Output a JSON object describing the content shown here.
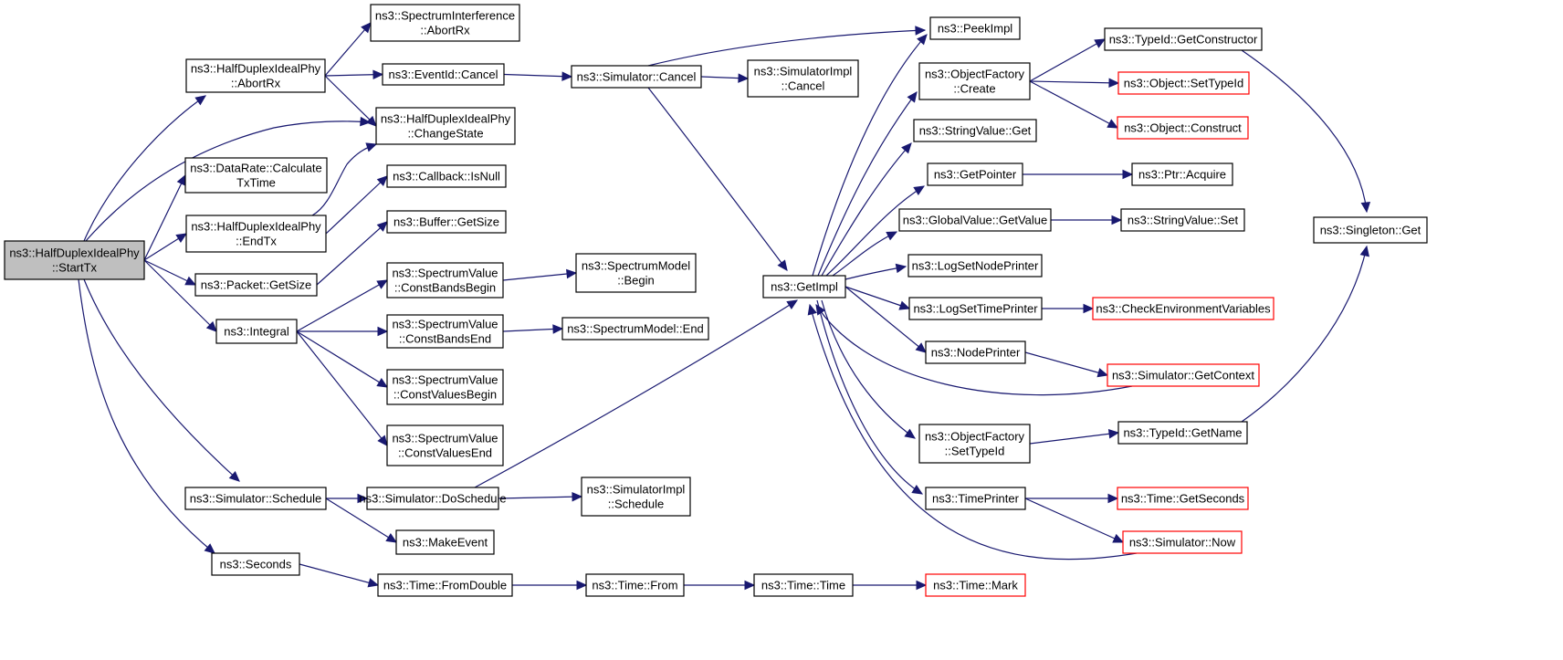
{
  "diagram": {
    "type": "call-graph",
    "colors": {
      "edge": "#191970",
      "root_fill": "#bfbfbf",
      "truncated_border": "#ff0000",
      "node_border": "#000000"
    },
    "nodes": [
      {
        "id": "n0",
        "lines": [
          "ns3::HalfDuplexIdealPhy",
          "::StartTx"
        ],
        "root": true
      },
      {
        "id": "n1",
        "lines": [
          "ns3::HalfDuplexIdealPhy",
          "::AbortRx"
        ]
      },
      {
        "id": "n2",
        "lines": [
          "ns3::SpectrumInterference",
          "::AbortRx"
        ]
      },
      {
        "id": "n3",
        "lines": [
          "ns3::EventId::Cancel"
        ]
      },
      {
        "id": "n4",
        "lines": [
          "ns3::Simulator::Cancel"
        ]
      },
      {
        "id": "n5",
        "lines": [
          "ns3::SimulatorImpl",
          "::Cancel"
        ]
      },
      {
        "id": "n6",
        "lines": [
          "ns3::PeekImpl"
        ]
      },
      {
        "id": "n7",
        "lines": [
          "ns3::HalfDuplexIdealPhy",
          "::ChangeState"
        ]
      },
      {
        "id": "n8",
        "lines": [
          "ns3::DataRate::Calculate",
          "TxTime"
        ]
      },
      {
        "id": "n9",
        "lines": [
          "ns3::HalfDuplexIdealPhy",
          "::EndTx"
        ]
      },
      {
        "id": "n10",
        "lines": [
          "ns3::Callback::IsNull"
        ]
      },
      {
        "id": "n11",
        "lines": [
          "ns3::Buffer::GetSize"
        ]
      },
      {
        "id": "n12",
        "lines": [
          "ns3::Packet::GetSize"
        ]
      },
      {
        "id": "n13",
        "lines": [
          "ns3::Integral"
        ]
      },
      {
        "id": "n14",
        "lines": [
          "ns3::SpectrumValue",
          "::ConstBandsBegin"
        ]
      },
      {
        "id": "n15",
        "lines": [
          "ns3::SpectrumModel",
          "::Begin"
        ]
      },
      {
        "id": "n16",
        "lines": [
          "ns3::SpectrumValue",
          "::ConstBandsEnd"
        ]
      },
      {
        "id": "n17",
        "lines": [
          "ns3::SpectrumModel::End"
        ]
      },
      {
        "id": "n18",
        "lines": [
          "ns3::SpectrumValue",
          "::ConstValuesBegin"
        ]
      },
      {
        "id": "n19",
        "lines": [
          "ns3::SpectrumValue",
          "::ConstValuesEnd"
        ]
      },
      {
        "id": "n20",
        "lines": [
          "ns3::Simulator::Schedule"
        ]
      },
      {
        "id": "n21",
        "lines": [
          "ns3::Simulator::DoSchedule"
        ]
      },
      {
        "id": "n22",
        "lines": [
          "ns3::SimulatorImpl",
          "::Schedule"
        ]
      },
      {
        "id": "n23",
        "lines": [
          "ns3::MakeEvent"
        ]
      },
      {
        "id": "n24",
        "lines": [
          "ns3::Seconds"
        ]
      },
      {
        "id": "n25",
        "lines": [
          "ns3::Time::FromDouble"
        ]
      },
      {
        "id": "n26",
        "lines": [
          "ns3::Time::From"
        ]
      },
      {
        "id": "n27",
        "lines": [
          "ns3::Time::Time"
        ]
      },
      {
        "id": "n28",
        "lines": [
          "ns3::Time::Mark"
        ],
        "truncated": true
      },
      {
        "id": "n29",
        "lines": [
          "ns3::GetImpl"
        ]
      },
      {
        "id": "n30",
        "lines": [
          "ns3::ObjectFactory",
          "::Create"
        ]
      },
      {
        "id": "n31",
        "lines": [
          "ns3::StringValue::Get"
        ]
      },
      {
        "id": "n32",
        "lines": [
          "ns3::GetPointer"
        ]
      },
      {
        "id": "n33",
        "lines": [
          "ns3::GlobalValue::GetValue"
        ]
      },
      {
        "id": "n34",
        "lines": [
          "ns3::LogSetNodePrinter"
        ]
      },
      {
        "id": "n35",
        "lines": [
          "ns3::LogSetTimePrinter"
        ]
      },
      {
        "id": "n36",
        "lines": [
          "ns3::NodePrinter"
        ]
      },
      {
        "id": "n37",
        "lines": [
          "ns3::ObjectFactory",
          "::SetTypeId"
        ]
      },
      {
        "id": "n38",
        "lines": [
          "ns3::TimePrinter"
        ]
      },
      {
        "id": "n39",
        "lines": [
          "ns3::TypeId::GetConstructor"
        ]
      },
      {
        "id": "n40",
        "lines": [
          "ns3::Object::SetTypeId"
        ],
        "truncated": true
      },
      {
        "id": "n41",
        "lines": [
          "ns3::Object::Construct"
        ],
        "truncated": true
      },
      {
        "id": "n42",
        "lines": [
          "ns3::Ptr::Acquire"
        ]
      },
      {
        "id": "n43",
        "lines": [
          "ns3::StringValue::Set"
        ]
      },
      {
        "id": "n44",
        "lines": [
          "ns3::CheckEnvironmentVariables"
        ],
        "truncated": true
      },
      {
        "id": "n45",
        "lines": [
          "ns3::Simulator::GetContext"
        ],
        "truncated": true
      },
      {
        "id": "n46",
        "lines": [
          "ns3::TypeId::GetName"
        ]
      },
      {
        "id": "n47",
        "lines": [
          "ns3::Time::GetSeconds"
        ],
        "truncated": true
      },
      {
        "id": "n48",
        "lines": [
          "ns3::Simulator::Now"
        ],
        "truncated": true
      },
      {
        "id": "n49",
        "lines": [
          "ns3::Singleton::Get"
        ]
      }
    ],
    "edges": [
      [
        "n0",
        "n1"
      ],
      [
        "n0",
        "n7"
      ],
      [
        "n0",
        "n8"
      ],
      [
        "n0",
        "n9"
      ],
      [
        "n0",
        "n12"
      ],
      [
        "n0",
        "n13"
      ],
      [
        "n0",
        "n20"
      ],
      [
        "n0",
        "n24"
      ],
      [
        "n1",
        "n2"
      ],
      [
        "n1",
        "n3"
      ],
      [
        "n1",
        "n7"
      ],
      [
        "n3",
        "n4"
      ],
      [
        "n4",
        "n5"
      ],
      [
        "n4",
        "n6"
      ],
      [
        "n4",
        "n29"
      ],
      [
        "n9",
        "n7"
      ],
      [
        "n9",
        "n10"
      ],
      [
        "n12",
        "n11"
      ],
      [
        "n13",
        "n14"
      ],
      [
        "n13",
        "n16"
      ],
      [
        "n13",
        "n18"
      ],
      [
        "n13",
        "n19"
      ],
      [
        "n14",
        "n15"
      ],
      [
        "n16",
        "n17"
      ],
      [
        "n20",
        "n21"
      ],
      [
        "n20",
        "n23"
      ],
      [
        "n21",
        "n22"
      ],
      [
        "n21",
        "n29"
      ],
      [
        "n24",
        "n25"
      ],
      [
        "n25",
        "n26"
      ],
      [
        "n26",
        "n27"
      ],
      [
        "n27",
        "n28"
      ],
      [
        "n29",
        "n6"
      ],
      [
        "n29",
        "n30"
      ],
      [
        "n29",
        "n31"
      ],
      [
        "n29",
        "n32"
      ],
      [
        "n29",
        "n33"
      ],
      [
        "n29",
        "n34"
      ],
      [
        "n29",
        "n35"
      ],
      [
        "n29",
        "n36"
      ],
      [
        "n29",
        "n37"
      ],
      [
        "n29",
        "n38"
      ],
      [
        "n30",
        "n39"
      ],
      [
        "n30",
        "n40"
      ],
      [
        "n30",
        "n41"
      ],
      [
        "n32",
        "n42"
      ],
      [
        "n33",
        "n43"
      ],
      [
        "n35",
        "n44"
      ],
      [
        "n36",
        "n45"
      ],
      [
        "n37",
        "n46"
      ],
      [
        "n38",
        "n47"
      ],
      [
        "n38",
        "n48"
      ],
      [
        "n39",
        "n49"
      ],
      [
        "n46",
        "n49"
      ],
      [
        "n45",
        "n29"
      ],
      [
        "n48",
        "n29"
      ]
    ]
  }
}
